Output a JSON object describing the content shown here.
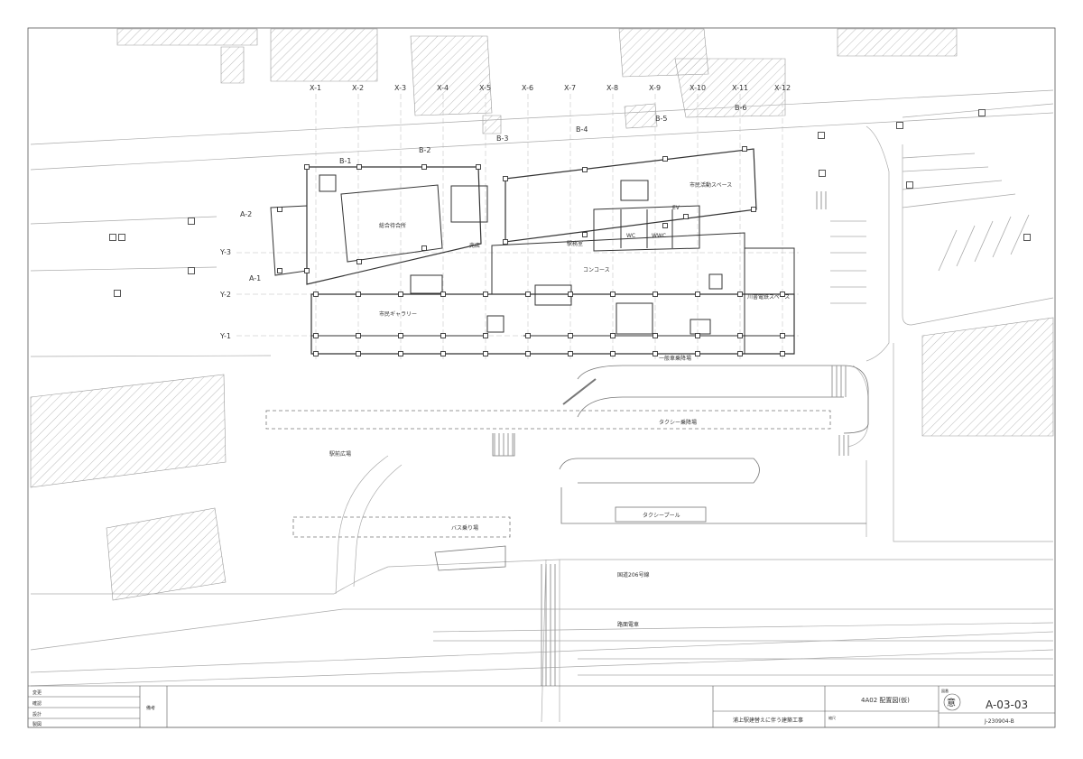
{
  "grid": {
    "x_axes": [
      "X-1",
      "X-2",
      "X-3",
      "X-4",
      "X-5",
      "X-6",
      "X-7",
      "X-8",
      "X-9",
      "X-10",
      "X-11",
      "X-12"
    ],
    "y_axes": [
      "Y-1",
      "Y-2",
      "Y-3"
    ],
    "a_axes": [
      "A-1",
      "A-2"
    ],
    "b_axes": [
      "B-1",
      "B-2",
      "B-3",
      "B-4",
      "B-5",
      "B-6"
    ]
  },
  "rooms": {
    "waiting": "総合待合所",
    "gallery": "市民ギャラリー",
    "concourse": "コンコース",
    "civic_space": "市民活動スペース",
    "tourism_space": "川書電鉄スペース",
    "wc": "WC",
    "wwc": "WWC",
    "shop": "売店",
    "station_office": "駅務室",
    "ev": "EV"
  },
  "site": {
    "general_parking": "一般車乗降場",
    "taxi_boarding": "タクシー乗降場",
    "station_plaza": "駅前広場",
    "bus_stop": "バス乗り場",
    "taxi_pool": "タクシープール",
    "route206": "国道206号線",
    "tram": "路面電車"
  },
  "title_block": {
    "row_labels": [
      "変更",
      "確認",
      "設計",
      "製図"
    ],
    "remarks_label": "備考",
    "drawing_name": "4A02 配置図(仮)",
    "project_name": "浦上駅建替えに伴う建築工事",
    "scale_label": "縮尺",
    "drawing_no_label": "図番",
    "drawing_no": "A-03-03",
    "job_no": "J-230904-B",
    "stamp": "意"
  }
}
